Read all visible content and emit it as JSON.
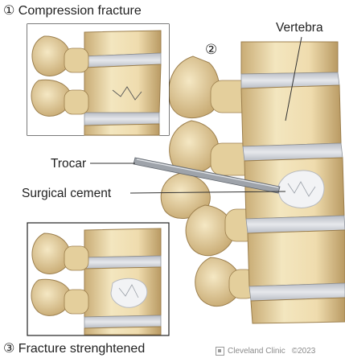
{
  "panel1": {
    "number": "①",
    "title": "Compression fracture"
  },
  "panel2": {
    "number": "②"
  },
  "panel3": {
    "number": "③",
    "title": "Fracture strenghtened"
  },
  "labels": {
    "vertebra": "Vertebra",
    "trocar": "Trocar",
    "surgical_cement": "Surgical cement"
  },
  "credit": {
    "brand": "Cleveland Clinic",
    "year": "©2023"
  },
  "colors": {
    "bone": "#efe0b6",
    "bone_shadow": "#c9ac75",
    "bone_dark": "#9c7f4d",
    "disc": "#d8dbe0",
    "cement": "#f2f3f5",
    "line": "#333333"
  }
}
